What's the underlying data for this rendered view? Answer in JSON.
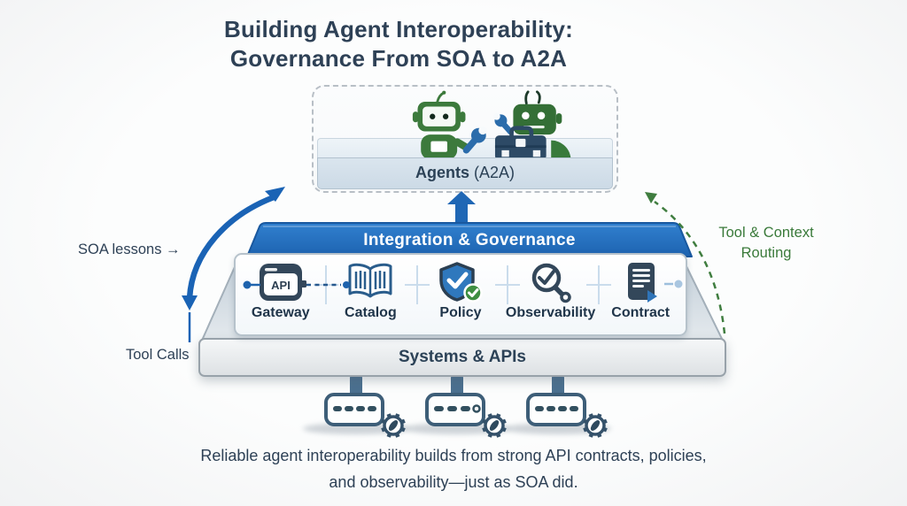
{
  "title": {
    "line1": "Building Agent Interoperability:",
    "line2": "Governance From SOA to A2A"
  },
  "agents": {
    "name_bold": "Agents",
    "name_note": "(A2A)"
  },
  "governance": {
    "header": "Integration & Governance",
    "items": [
      {
        "label": "Gateway",
        "badge_text": "API",
        "icon": "api-gateway-icon"
      },
      {
        "label": "Catalog",
        "icon": "catalog-book-icon"
      },
      {
        "label": "Policy",
        "icon": "policy-shield-check-icon"
      },
      {
        "label": "Observability",
        "icon": "observability-magnifier-icon"
      },
      {
        "label": "Contract",
        "icon": "contract-document-icon"
      }
    ]
  },
  "systems": {
    "label": "Systems & APIs"
  },
  "annotations": {
    "soa_lessons": "SOA lessons →",
    "tool_calls": "Tool Calls",
    "routing_line1": "Tool & Context",
    "routing_line2": "Routing"
  },
  "caption": {
    "line1": "Reliable agent interoperability builds from strong API contracts, policies,",
    "line2": "and observability—just as SOA did."
  },
  "colors": {
    "accent_blue": "#1f67b5",
    "band_blue": "#2273c4",
    "annotation_green": "#3e7d3e",
    "robot_green": "#3c7a3c",
    "navy_text": "#2e4156",
    "slate_icon": "#33475a"
  }
}
